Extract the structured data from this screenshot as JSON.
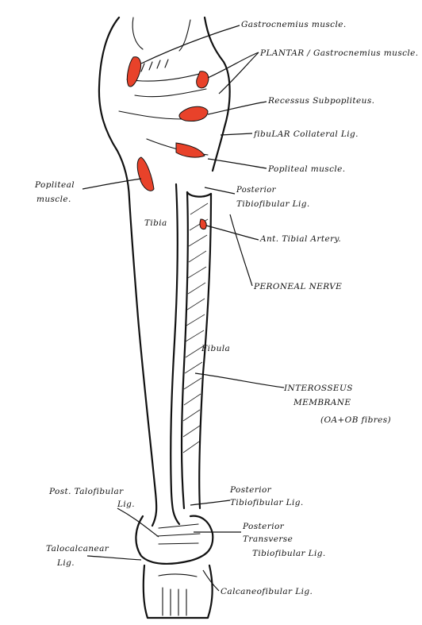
{
  "colors": {
    "ink": "#111111",
    "muscle_red": "#e8422a",
    "paper": "#ffffff"
  },
  "labels": {
    "gastrocnemius": "Gastrocnemius muscle.",
    "plantar": "PLANTAR / Gastrocnemius muscle.",
    "recessus": "Recessus Subpopliteus.",
    "fibular_collateral": "fibuLAR Collateral Lig.",
    "popliteal_right": "Popliteal muscle.",
    "popliteal_left_1": "Popliteal",
    "popliteal_left_2": "muscle.",
    "posterior_tibiofibular_top_1": "Posterior",
    "posterior_tibiofibular_top_2": "Tibiofibular Lig.",
    "tibia": "Tibia",
    "ant_tibial_artery": "Ant. Tibial Artery.",
    "peroneal_nerve": "PERONEAL NERVE",
    "fibula": "Fibula",
    "interosseus_1": "INTEROSSEUS",
    "interosseus_2": "MEMBRANE",
    "interosseus_3": "(OA+OB fibres)",
    "post_talofibular_1": "Post. Talofibular",
    "post_talofibular_2": "Lig.",
    "posterior_tibiofibular_bottom_1": "Posterior",
    "posterior_tibiofibular_bottom_2": "Tibiofibular Lig.",
    "posterior_transverse_1": "Posterior",
    "posterior_transverse_2": "Transverse",
    "posterior_transverse_3": "Tibiofibular Lig.",
    "talocalcanear_1": "Talocalcanear",
    "talocalcanear_2": "Lig.",
    "calcaneofibular": "Calcaneofibular Lig."
  }
}
